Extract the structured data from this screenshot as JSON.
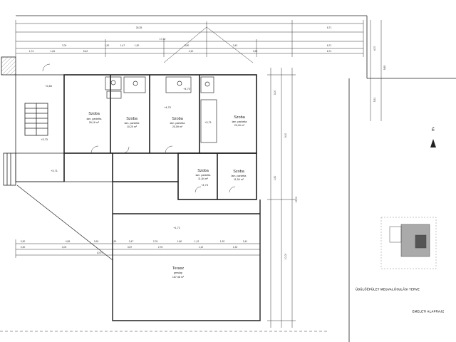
{
  "drawing": {
    "colors": {
      "line": "#222222",
      "wall": "#333333",
      "hatch": "#777777",
      "paper": "#ffffff"
    },
    "north_label": "É",
    "project_note": "ÜDÜLŐÉPÜLET MEGVALÓSULÁSI TERVE",
    "sheet_note": "EMELETI ALAPRAJZ"
  },
  "rooms": [
    {
      "name": "Szoba",
      "floor": "lam. parketta",
      "area": "26,16 m²"
    },
    {
      "name": "Szoba",
      "floor": "lam. parketta",
      "area": "10,20 m²"
    },
    {
      "name": "Szoba",
      "floor": "lam. parketta",
      "area": "20,09 m²"
    },
    {
      "name": "Szoba",
      "floor": "lam. parketta",
      "area": "20,16 m²"
    },
    {
      "name": "Szoba",
      "floor": "lam. parketta",
      "area": "11,84 m²"
    },
    {
      "name": "Szoba",
      "floor": "lam. parketta",
      "area": "11,54 m²"
    },
    {
      "name": "Terasz",
      "floor": "greslap",
      "area": "167,38 m²"
    }
  ],
  "elevations": [
    "+2,84",
    "+3,73",
    "+3,71",
    "+4,70",
    "+3,71",
    "+4,73",
    "+1,71",
    "+4,70"
  ],
  "dimensions": {
    "top_overall": "26,35",
    "top_right": "6,71",
    "top_mid": "17,30",
    "row2": [
      "7,00",
      "1,30",
      "1,47",
      "1,30",
      "8,90",
      "3,42",
      "6,71"
    ],
    "row3": [
      "1,74",
      "1,81",
      "5,42",
      "2,10",
      "3,30",
      "6,71"
    ],
    "right_vertical": [
      "4,70",
      "9,85",
      "5,51"
    ],
    "bottom_row1": [
      "0,30",
      "4,55",
      "2,60",
      "0,30",
      "2,47",
      "2,76",
      "1,80",
      "1,12",
      "1,32",
      "2,41"
    ],
    "bottom_row2": [
      "0,30",
      "4,00",
      "3,87",
      "2,76",
      "1,12",
      "1,32"
    ],
    "bottom_row3": [
      "10,97"
    ],
    "side_vertical": [
      "3,00",
      "1,50",
      "9,00",
      "10,00",
      "15,00"
    ]
  }
}
